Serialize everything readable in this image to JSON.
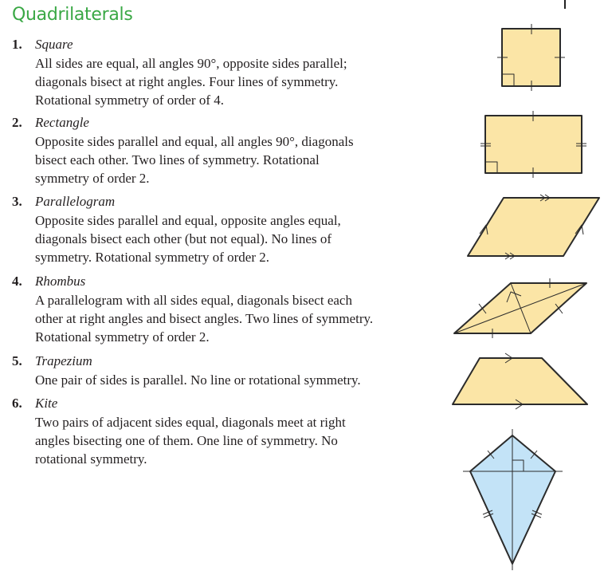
{
  "title": "Quadrilaterals",
  "items": [
    {
      "num": "1.",
      "name": "Square",
      "lines": [
        "All sides are equal, all angles 90°, opposite sides parallel;",
        "diagonals bisect at right angles. Four lines of symmetry.",
        "Rotational symmetry of order of 4."
      ]
    },
    {
      "num": "2.",
      "name": "Rectangle",
      "lines": [
        "Opposite sides parallel and equal, all angles 90°, diagonals",
        "bisect each other. Two lines of symmetry. Rotational",
        "symmetry of order 2."
      ]
    },
    {
      "num": "3.",
      "name": "Parallelogram",
      "lines": [
        "Opposite sides parallel and equal, opposite angles equal,",
        "diagonals bisect each other (but not equal). No lines of",
        "symmetry. Rotational symmetry of order 2."
      ]
    },
    {
      "num": "4.",
      "name": "Rhombus",
      "lines": [
        "A parallelogram with all sides equal, diagonals bisect each",
        "other at right angles and bisect angles. Two lines of symmetry.",
        "Rotational symmetry of order 2."
      ]
    },
    {
      "num": "5.",
      "name": "Trapezium",
      "lines": [
        "One pair of sides is parallel. No line or rotational symmetry."
      ]
    },
    {
      "num": "6.",
      "name": "Kite",
      "lines": [
        "Two pairs of adjacent sides equal, diagonals meet at right",
        "angles bisecting one of them. One line of symmetry. No",
        "rotational symmetry."
      ]
    }
  ],
  "colors": {
    "heading": "#3aa845",
    "yellow_fill": "#fbe5a6",
    "blue_fill": "#c3e3f7",
    "stroke": "#2b2b2b"
  }
}
